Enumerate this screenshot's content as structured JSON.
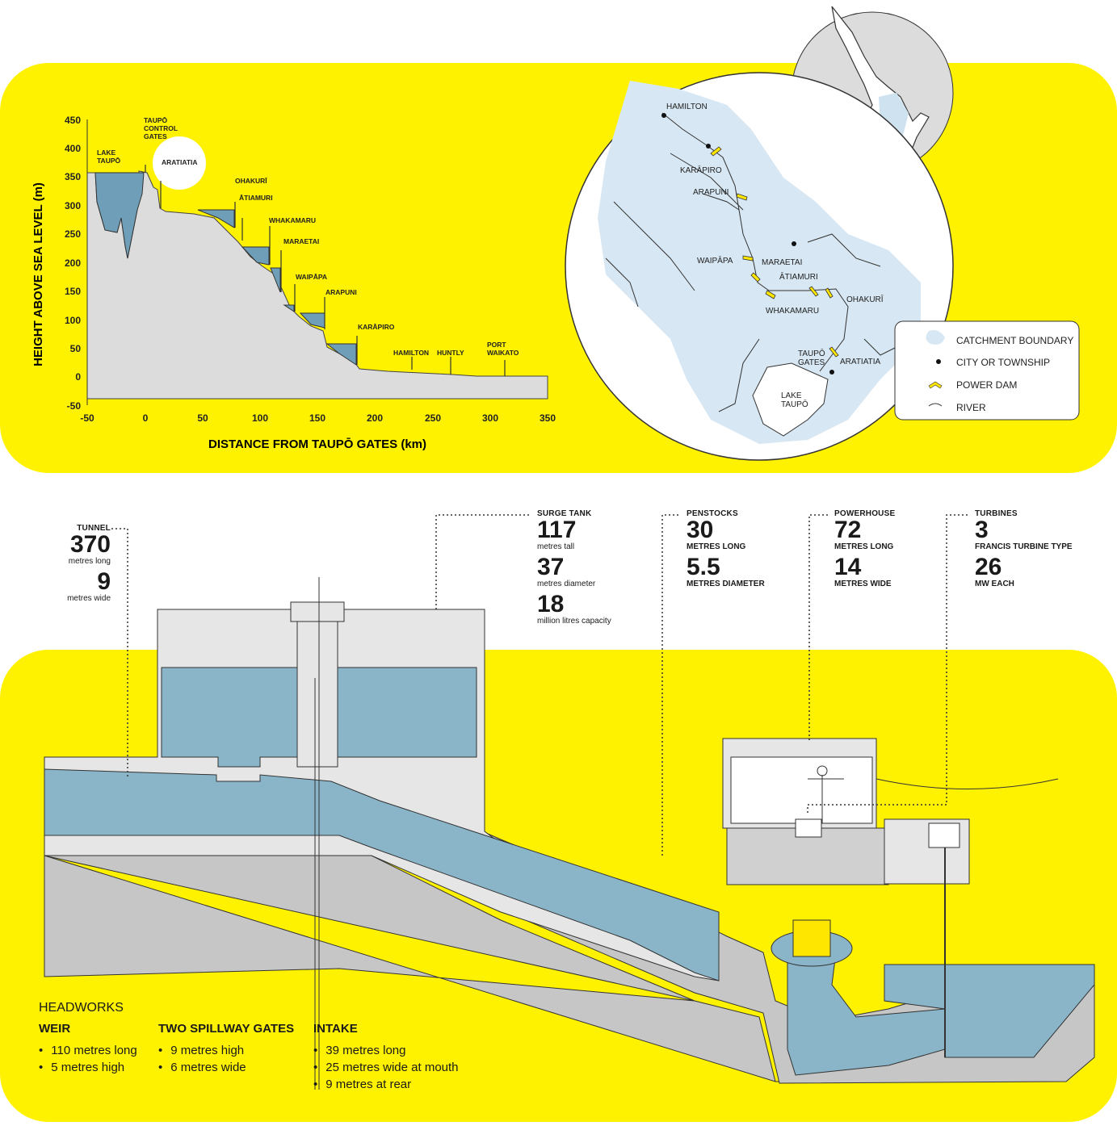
{
  "profile": {
    "y_axis_label": "HEIGHT ABOVE SEA LEVEL (m)",
    "x_axis_label": "DISTANCE FROM TAUPŌ GATES (km)",
    "y_ticks": [
      "450",
      "400",
      "350",
      "300",
      "250",
      "200",
      "150",
      "100",
      "50",
      "0",
      "-50"
    ],
    "x_ticks": [
      "-50",
      "0",
      "50",
      "100",
      "150",
      "200",
      "250",
      "300",
      "350"
    ],
    "labels": {
      "lake_taupo": [
        "LAKE",
        "TAUPŌ"
      ],
      "control_gates": [
        "TAUPŌ",
        "CONTROL",
        "GATES"
      ],
      "aratiatia": "ARATIATIA",
      "ohakuri": "OHAKURĪ",
      "atiamuri": "ĀTIAMURI",
      "whakamaru": "WHAKAMARU",
      "maraetai": "MARAETAI",
      "waipapa": "WAIPĀPA",
      "arapuni": "ARAPUNI",
      "karapiro": "KARĀPIRO",
      "hamilton": "HAMILTON",
      "huntly": "HUNTLY",
      "port_waikato": [
        "PORT",
        "WAIKATO"
      ]
    }
  },
  "map": {
    "places": {
      "hamilton": "HAMILTON",
      "karapiro": "KARĀPIRO",
      "arapuni": "ARAPUNI",
      "waipapa": "WAIPĀPA",
      "maraetai": "MARAETAI",
      "atiamuri": "ĀTIAMURI",
      "whakamaru": "WHAKAMARU",
      "ohakuri": "OHAKURĪ",
      "taupo_gates": [
        "TAUPŌ",
        "GATES"
      ],
      "aratiatia": "ARATIATIA",
      "lake_taupo": [
        "LAKE",
        "TAUPŌ"
      ]
    },
    "legend": {
      "catchment": "CATCHMENT BOUNDARY",
      "city": "CITY OR TOWNSHIP",
      "dam": "POWER DAM",
      "river": "RIVER"
    }
  },
  "stats": {
    "tunnel": {
      "title": "TUNNEL",
      "v1": "370",
      "u1": "metres long",
      "v2": "9",
      "u2": "metres wide"
    },
    "surge": {
      "title": "SURGE TANK",
      "v1": "117",
      "u1": "metres tall",
      "v2": "37",
      "u2": "metres diameter",
      "v3": "18",
      "u3": "million litres capacity"
    },
    "penstocks": {
      "title": "PENSTOCKS",
      "v1": "30",
      "u1": "METRES LONG",
      "v2": "5.5",
      "u2": "METRES DIAMETER"
    },
    "powerhouse": {
      "title": "POWERHOUSE",
      "v1": "72",
      "u1": "METRES LONG",
      "v2": "14",
      "u2": "METRES WIDE"
    },
    "turbines": {
      "title": "TURBINES",
      "v1": "3",
      "u1": "FRANCIS TURBINE TYPE",
      "v2": "26",
      "u2": "MW EACH"
    }
  },
  "headworks": {
    "title": "HEADWORKS",
    "weir": {
      "title": "WEIR",
      "items": [
        "110 metres long",
        "5 metres high"
      ]
    },
    "spillway": {
      "title": "TWO SPILLWAY GATES",
      "items": [
        "9 metres high",
        "6 metres wide"
      ]
    },
    "intake": {
      "title": "INTAKE",
      "items": [
        "39 metres long",
        "25 metres wide at mouth",
        "9 metres at rear"
      ]
    }
  },
  "colors": {
    "panel": "#fff200",
    "water": "#8ab4c8",
    "catchment": "#d8e8f3",
    "ground": "#cccccc",
    "dam": "#ffe600"
  }
}
